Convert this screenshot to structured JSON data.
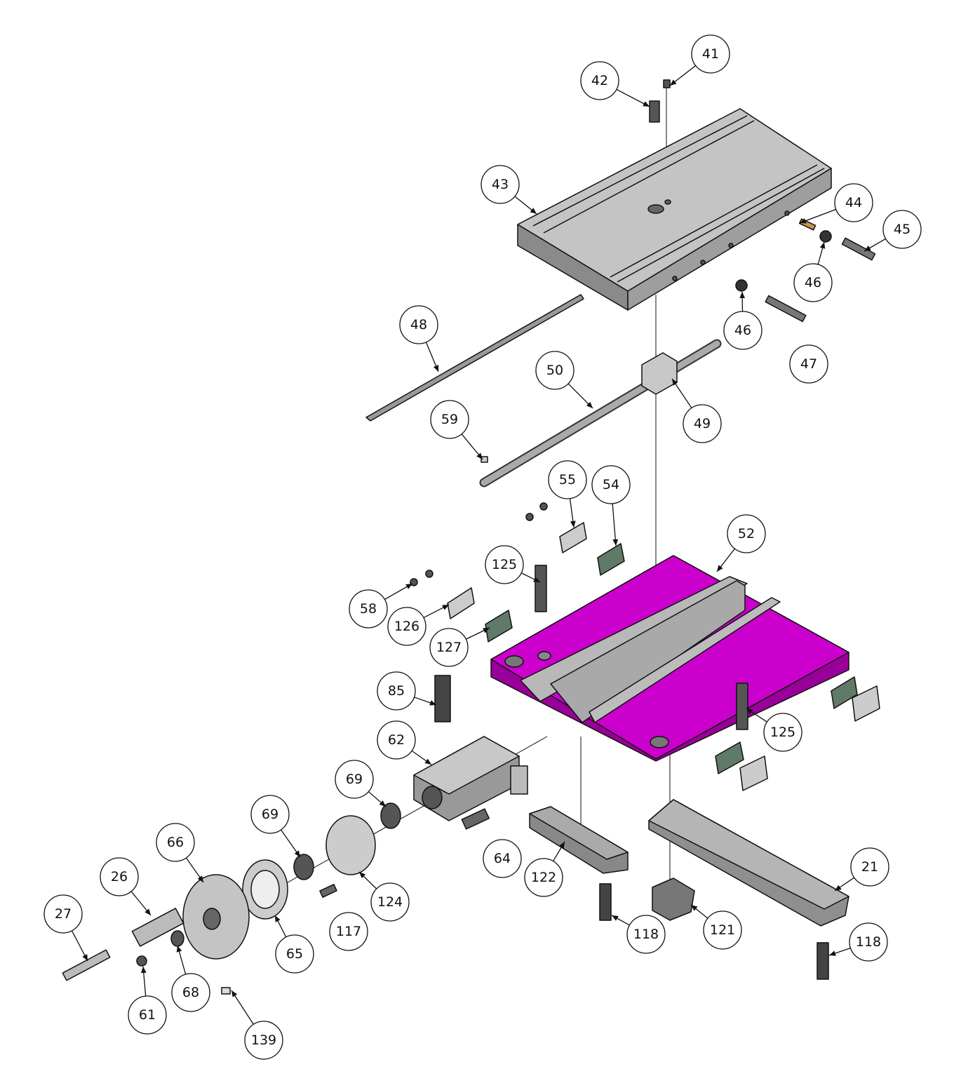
{
  "diagram": {
    "type": "exploded parts diagram",
    "colors": {
      "saddle": "#cc00cc",
      "saddle_side": "#990099",
      "steel": "#b5b5b5",
      "steel_dark": "#7a7a7a",
      "plate": "#5f7a66",
      "outline": "#111111"
    },
    "callouts": [
      "41",
      "42",
      "43",
      "44",
      "45",
      "46",
      "46",
      "47",
      "48",
      "50",
      "49",
      "59",
      "55",
      "54",
      "52",
      "125",
      "58",
      "126",
      "127",
      "85",
      "125",
      "62",
      "69",
      "69",
      "64",
      "66",
      "26",
      "27",
      "122",
      "21",
      "124",
      "117",
      "65",
      "118",
      "121",
      "118",
      "68",
      "61",
      "139"
    ]
  }
}
